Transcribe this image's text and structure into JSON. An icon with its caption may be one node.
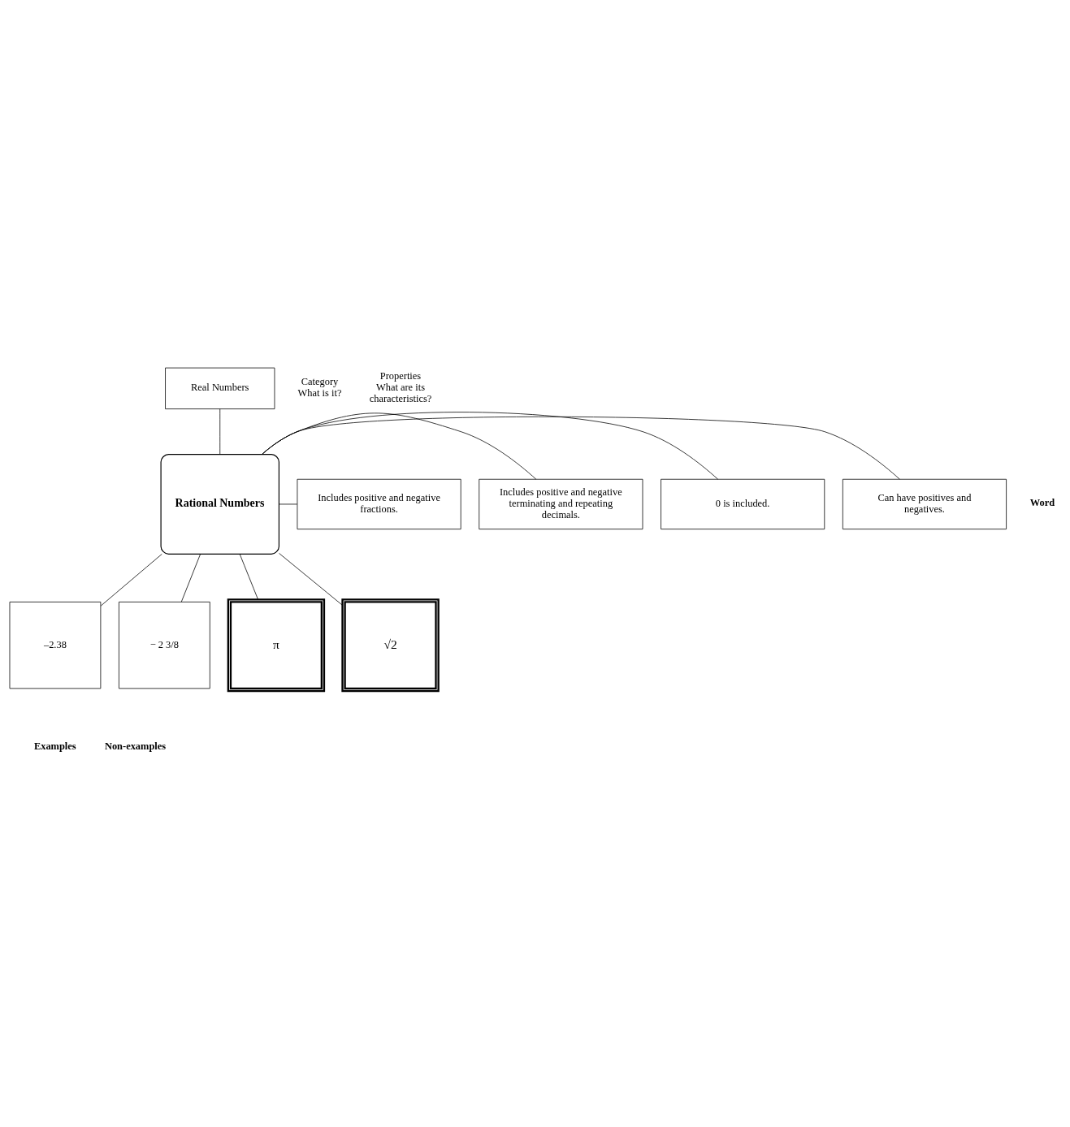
{
  "diagram": {
    "nodes": [
      {
        "text": [
          "Real Numbers"
        ]
      },
      {
        "text": [
          "Rational Numbers"
        ]
      },
      {
        "text": [
          "Can have positives and negatives."
        ]
      },
      {
        "text": [
          "0 is included."
        ]
      },
      {
        "text": [
          "Includes positive and negative terminating and repeating decimals."
        ]
      },
      {
        "text": [
          "Includes positive and negative fractions."
        ]
      },
      {
        "text": [
          "–2.38"
        ]
      },
      {
        "text": [
          "− 2 3/8"
        ]
      },
      {
        "text": [
          "π"
        ]
      },
      {
        "text": [
          "√2"
        ]
      }
    ],
    "edges": [
      {
        "from": 0,
        "to": 1,
        "arrow": "none"
      },
      {
        "from": 1,
        "to": 2,
        "arrow": "none"
      },
      {
        "from": 1,
        "to": 3,
        "arrow": "none"
      },
      {
        "from": 1,
        "to": 4,
        "arrow": "none"
      },
      {
        "from": 1,
        "to": 5,
        "arrow": "none"
      },
      {
        "from": 1,
        "to": 6,
        "arrow": "none"
      },
      {
        "from": 1,
        "to": 7,
        "arrow": "none"
      },
      {
        "from": 1,
        "to": 8,
        "arrow": "none"
      },
      {
        "from": 1,
        "to": 9,
        "arrow": "none"
      }
    ],
    "labels": [
      "Category What is it?",
      "Properties What are its characteristics?",
      "Word",
      "Examples",
      "Non-examples"
    ]
  }
}
